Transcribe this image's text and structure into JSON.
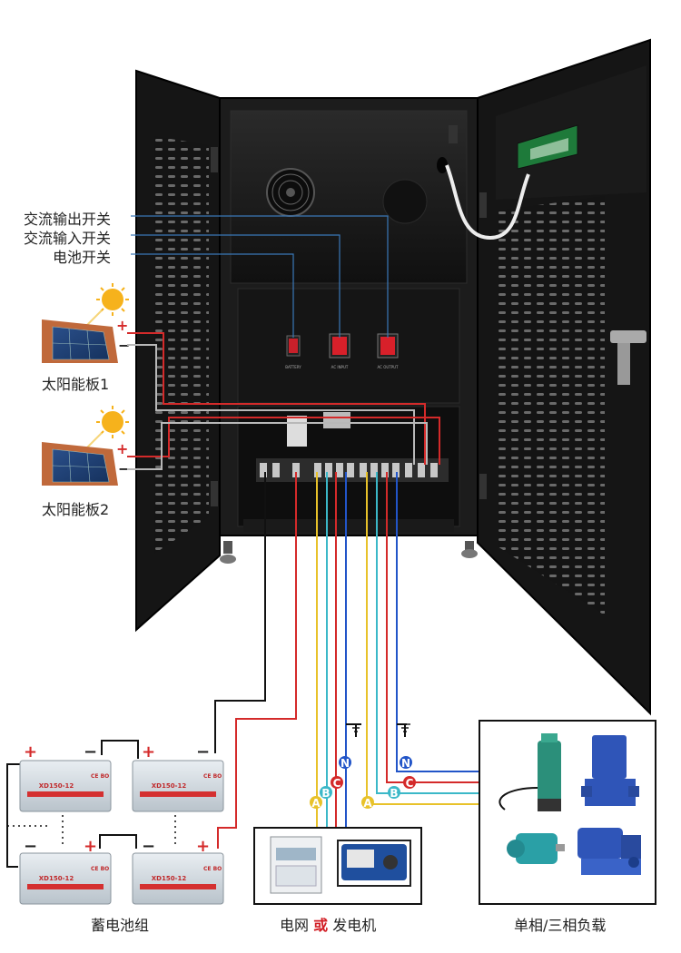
{
  "labels": {
    "ac_output_switch": "交流输出开关",
    "ac_input_switch": "交流输入开关",
    "battery_switch": "电池开关",
    "solar_panel_1": "太阳能板1",
    "solar_panel_2": "太阳能板2",
    "battery_bank": "蓄电池组",
    "grid": "电网",
    "or_word": "或",
    "generator": "发电机",
    "load": "单相/三相负载"
  },
  "panel_tags": {
    "battery": "BATTERY",
    "ac_input": "AC INPUT",
    "ac_output": "AC OUTPUT"
  },
  "battery": {
    "model": "XD150-12",
    "brand": "CE BO",
    "plus": "+",
    "minus": "−"
  },
  "solar_polarity": {
    "plus": "+",
    "minus": "−"
  },
  "phases": {
    "a": "A",
    "b": "B",
    "c": "C",
    "n": "N"
  },
  "colors": {
    "red_wire": "#d42a2a",
    "yellow_wire": "#e8c22a",
    "cyan_wire": "#3bb8c8",
    "blue_wire": "#2255c8",
    "black_wire": "#111111",
    "label_line": "#3a78b8",
    "cabinet": "#161616"
  }
}
